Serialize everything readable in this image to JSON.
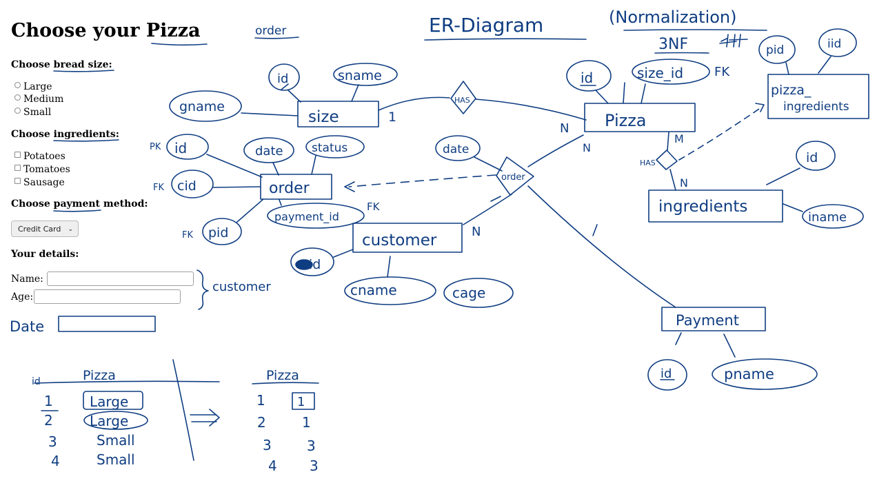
{
  "form": {
    "title": "Choose your Pizza",
    "bread_heading": "Choose bread size:",
    "sizes": [
      "Large",
      "Medium",
      "Small"
    ],
    "ingredients_heading": "Choose ingredients:",
    "ingredients": [
      "Potatoes",
      "Tomatoes",
      "Sausage"
    ],
    "payment_heading": "Choose payment method:",
    "payment_selected": "Credit Card",
    "details_heading": "Your details:",
    "name_label": "Name:",
    "age_label": "Age:"
  },
  "notes": {
    "order_note": "order",
    "customer_note": "customer",
    "date_label": "Date",
    "title": "ER-Diagram",
    "normalization": "(Normalization)",
    "form_label": "3NF"
  },
  "er": {
    "entities": {
      "size": "size",
      "pizza": "Pizza",
      "order": "order",
      "customer": "customer",
      "ingredients": "ingredients",
      "payment": "Payment",
      "pizza_ingredients_1": "pizza_",
      "pizza_ingredients_2": "ingredients"
    },
    "relationships": {
      "has1": "HAS",
      "has2": "HAS",
      "order_rel": "order"
    },
    "attributes": {
      "size_id": "id",
      "sname": "sname",
      "gname": "gname",
      "pizza_id": "id",
      "pizza_size_id": "size_id",
      "order_id": "id",
      "order_date": "date",
      "order_status": "status",
      "order_cid": "cid",
      "order_pid": "pid",
      "order_payment_id": "payment_id",
      "customer_id": "id",
      "cname": "cname",
      "cage": "cage",
      "rel_date": "date",
      "pi_pid": "pid",
      "pi_iid": "iid",
      "ing_id": "id",
      "iname": "iname",
      "pay_id": "id",
      "pname": "pname"
    },
    "keys": {
      "fk": "FK",
      "pk": "PK"
    },
    "cardinality": {
      "one": "1",
      "n": "N",
      "m": "M"
    }
  },
  "tables": {
    "left_headers": [
      "id",
      "Pizza"
    ],
    "left_rows": [
      [
        "1",
        "Large"
      ],
      [
        "2",
        "Large"
      ],
      [
        "3",
        "Small"
      ],
      [
        "4",
        "Small"
      ]
    ],
    "right_header": "Pizza",
    "right_rows": [
      [
        "1",
        "1"
      ],
      [
        "2",
        "1"
      ],
      [
        "3",
        "3"
      ],
      [
        "4",
        "3"
      ]
    ]
  }
}
